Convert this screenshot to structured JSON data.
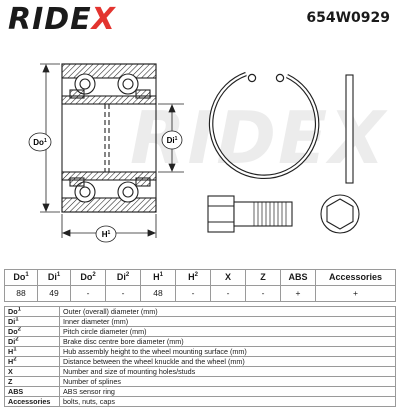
{
  "header": {
    "brand": "RIDE",
    "brand_accent": "X",
    "part_number": "654W0929"
  },
  "watermark": "RIDEX",
  "drawing": {
    "do_label": "Do",
    "di_label": "Di",
    "h_label": "H",
    "sup1": "1"
  },
  "spec_table": {
    "headers": [
      {
        "base": "Do",
        "sup": "1"
      },
      {
        "base": "Di",
        "sup": "1"
      },
      {
        "base": "Do",
        "sup": "2"
      },
      {
        "base": "Di",
        "sup": "2"
      },
      {
        "base": "H",
        "sup": "1"
      },
      {
        "base": "H",
        "sup": "2"
      },
      {
        "base": "X",
        "sup": ""
      },
      {
        "base": "Z",
        "sup": ""
      },
      {
        "base": "ABS",
        "sup": ""
      },
      {
        "base": "Accessories",
        "sup": ""
      }
    ],
    "values": [
      "88",
      "49",
      "-",
      "-",
      "48",
      "-",
      "-",
      "-",
      "+",
      "+"
    ]
  },
  "legend": [
    {
      "base": "Do",
      "sup": "1",
      "text": "Outer (overall) diameter (mm)"
    },
    {
      "base": "Di",
      "sup": "1",
      "text": "Inner diameter (mm)"
    },
    {
      "base": "Do",
      "sup": "2",
      "text": "Pitch circle diameter (mm)"
    },
    {
      "base": "Di",
      "sup": "2",
      "text": "Brake disc centre bore diameter (mm)"
    },
    {
      "base": "H",
      "sup": "1",
      "text": "Hub assembly height to the wheel mounting surface (mm)"
    },
    {
      "base": "H",
      "sup": "2",
      "text": "Distance between the wheel knuckle and the wheel (mm)"
    },
    {
      "base": "X",
      "sup": "",
      "text": "Number and size of mounting holes/studs"
    },
    {
      "base": "Z",
      "sup": "",
      "text": "Number of splines"
    },
    {
      "base": "ABS",
      "sup": "",
      "text": "ABS sensor ring"
    },
    {
      "base": "Accessories",
      "sup": "",
      "text": "bolts, nuts, caps"
    }
  ],
  "colors": {
    "brand_text": "#1a1a1a",
    "brand_accent": "#e3342f",
    "line": "#222222",
    "watermark": "#ececec"
  }
}
